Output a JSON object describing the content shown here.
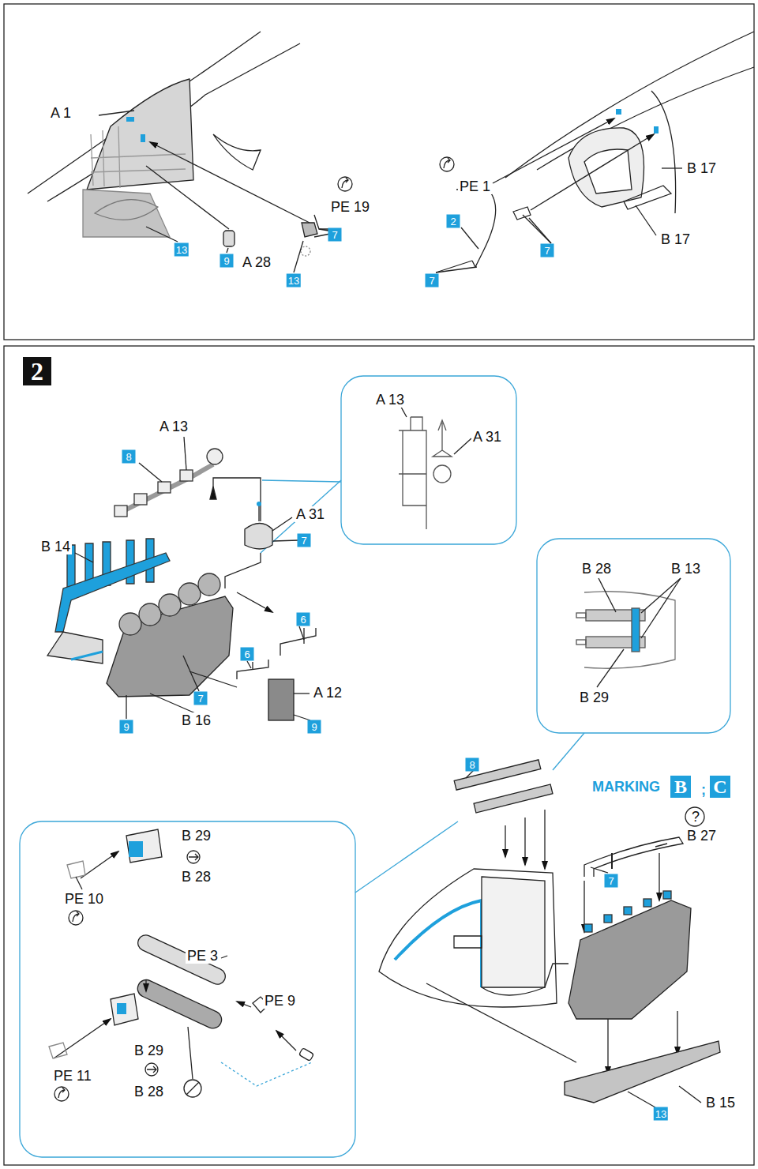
{
  "diagram": {
    "nodes": [
      {
        "text": [
          "2"
        ]
      },
      {
        "text": [
          "7"
        ]
      },
      {
        "text": [
          "13"
        ]
      },
      {
        "text": [
          "7"
        ]
      },
      {
        "text": [
          "9"
        ]
      },
      {
        "text": [
          "13"
        ]
      },
      {
        "text": [
          "7"
        ]
      },
      {
        "text": [
          "2"
        ]
      },
      {
        "text": [
          "8"
        ]
      },
      {
        "text": [
          "7"
        ]
      },
      {
        "text": [
          "6"
        ]
      },
      {
        "text": [
          "6"
        ]
      },
      {
        "text": [
          "7"
        ]
      },
      {
        "text": [
          "9"
        ]
      },
      {
        "text": [
          "9"
        ]
      },
      {
        "text": [
          "8"
        ]
      },
      {
        "text": [
          "B"
        ]
      },
      {
        "text": [
          "C"
        ]
      },
      {
        "text": [
          "7"
        ]
      },
      {
        "text": [
          "13"
        ]
      }
    ],
    "labels": [
      "A 1",
      "B 17",
      "PE 1",
      "PE 19",
      "B 17",
      "A 28",
      "A 13",
      "A 13",
      "A 31",
      "A 31",
      "B 14",
      "B 28",
      "B 13",
      "A 12",
      "B 29",
      "B 16",
      "MARKING",
      ";",
      "?",
      "B 27",
      "B 29",
      "B 28",
      "PE 10",
      "PE 3",
      "PE 9",
      "B 29",
      "PE 11",
      "B 28",
      "B 15"
    ]
  }
}
